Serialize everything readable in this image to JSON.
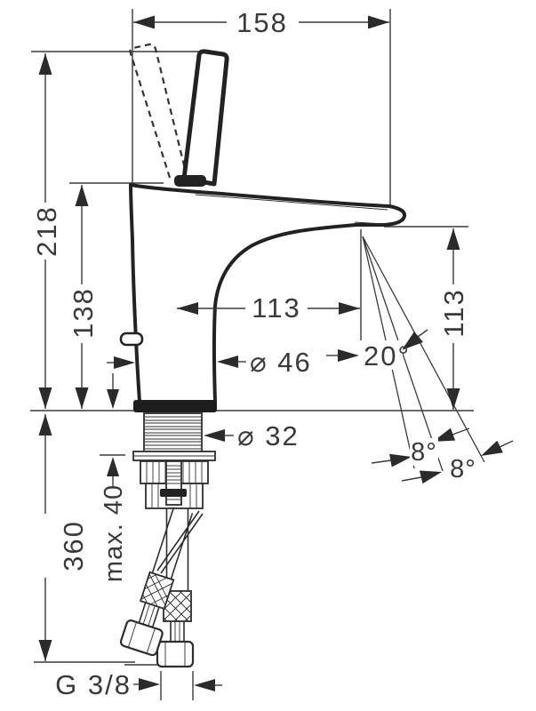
{
  "drawing": {
    "type": "faucet-installation-dimension-drawing",
    "labels": {
      "total_width": "158",
      "total_height": "218",
      "body_height": "138",
      "spout_reach": "113",
      "base_diameter": "⌀ 46",
      "spout_height": "113",
      "spray_angle": "20°",
      "shank_diameter": "⌀ 32",
      "swivel_angle_left": "8°",
      "swivel_angle_right": "8°",
      "max_mounting_thickness": "max. 40",
      "below_counter_height": "360",
      "connection_thread": "G 3/8"
    },
    "colors": {
      "line": "#2e2e2e",
      "text": "#3a3a3a",
      "background": "#ffffff"
    }
  }
}
